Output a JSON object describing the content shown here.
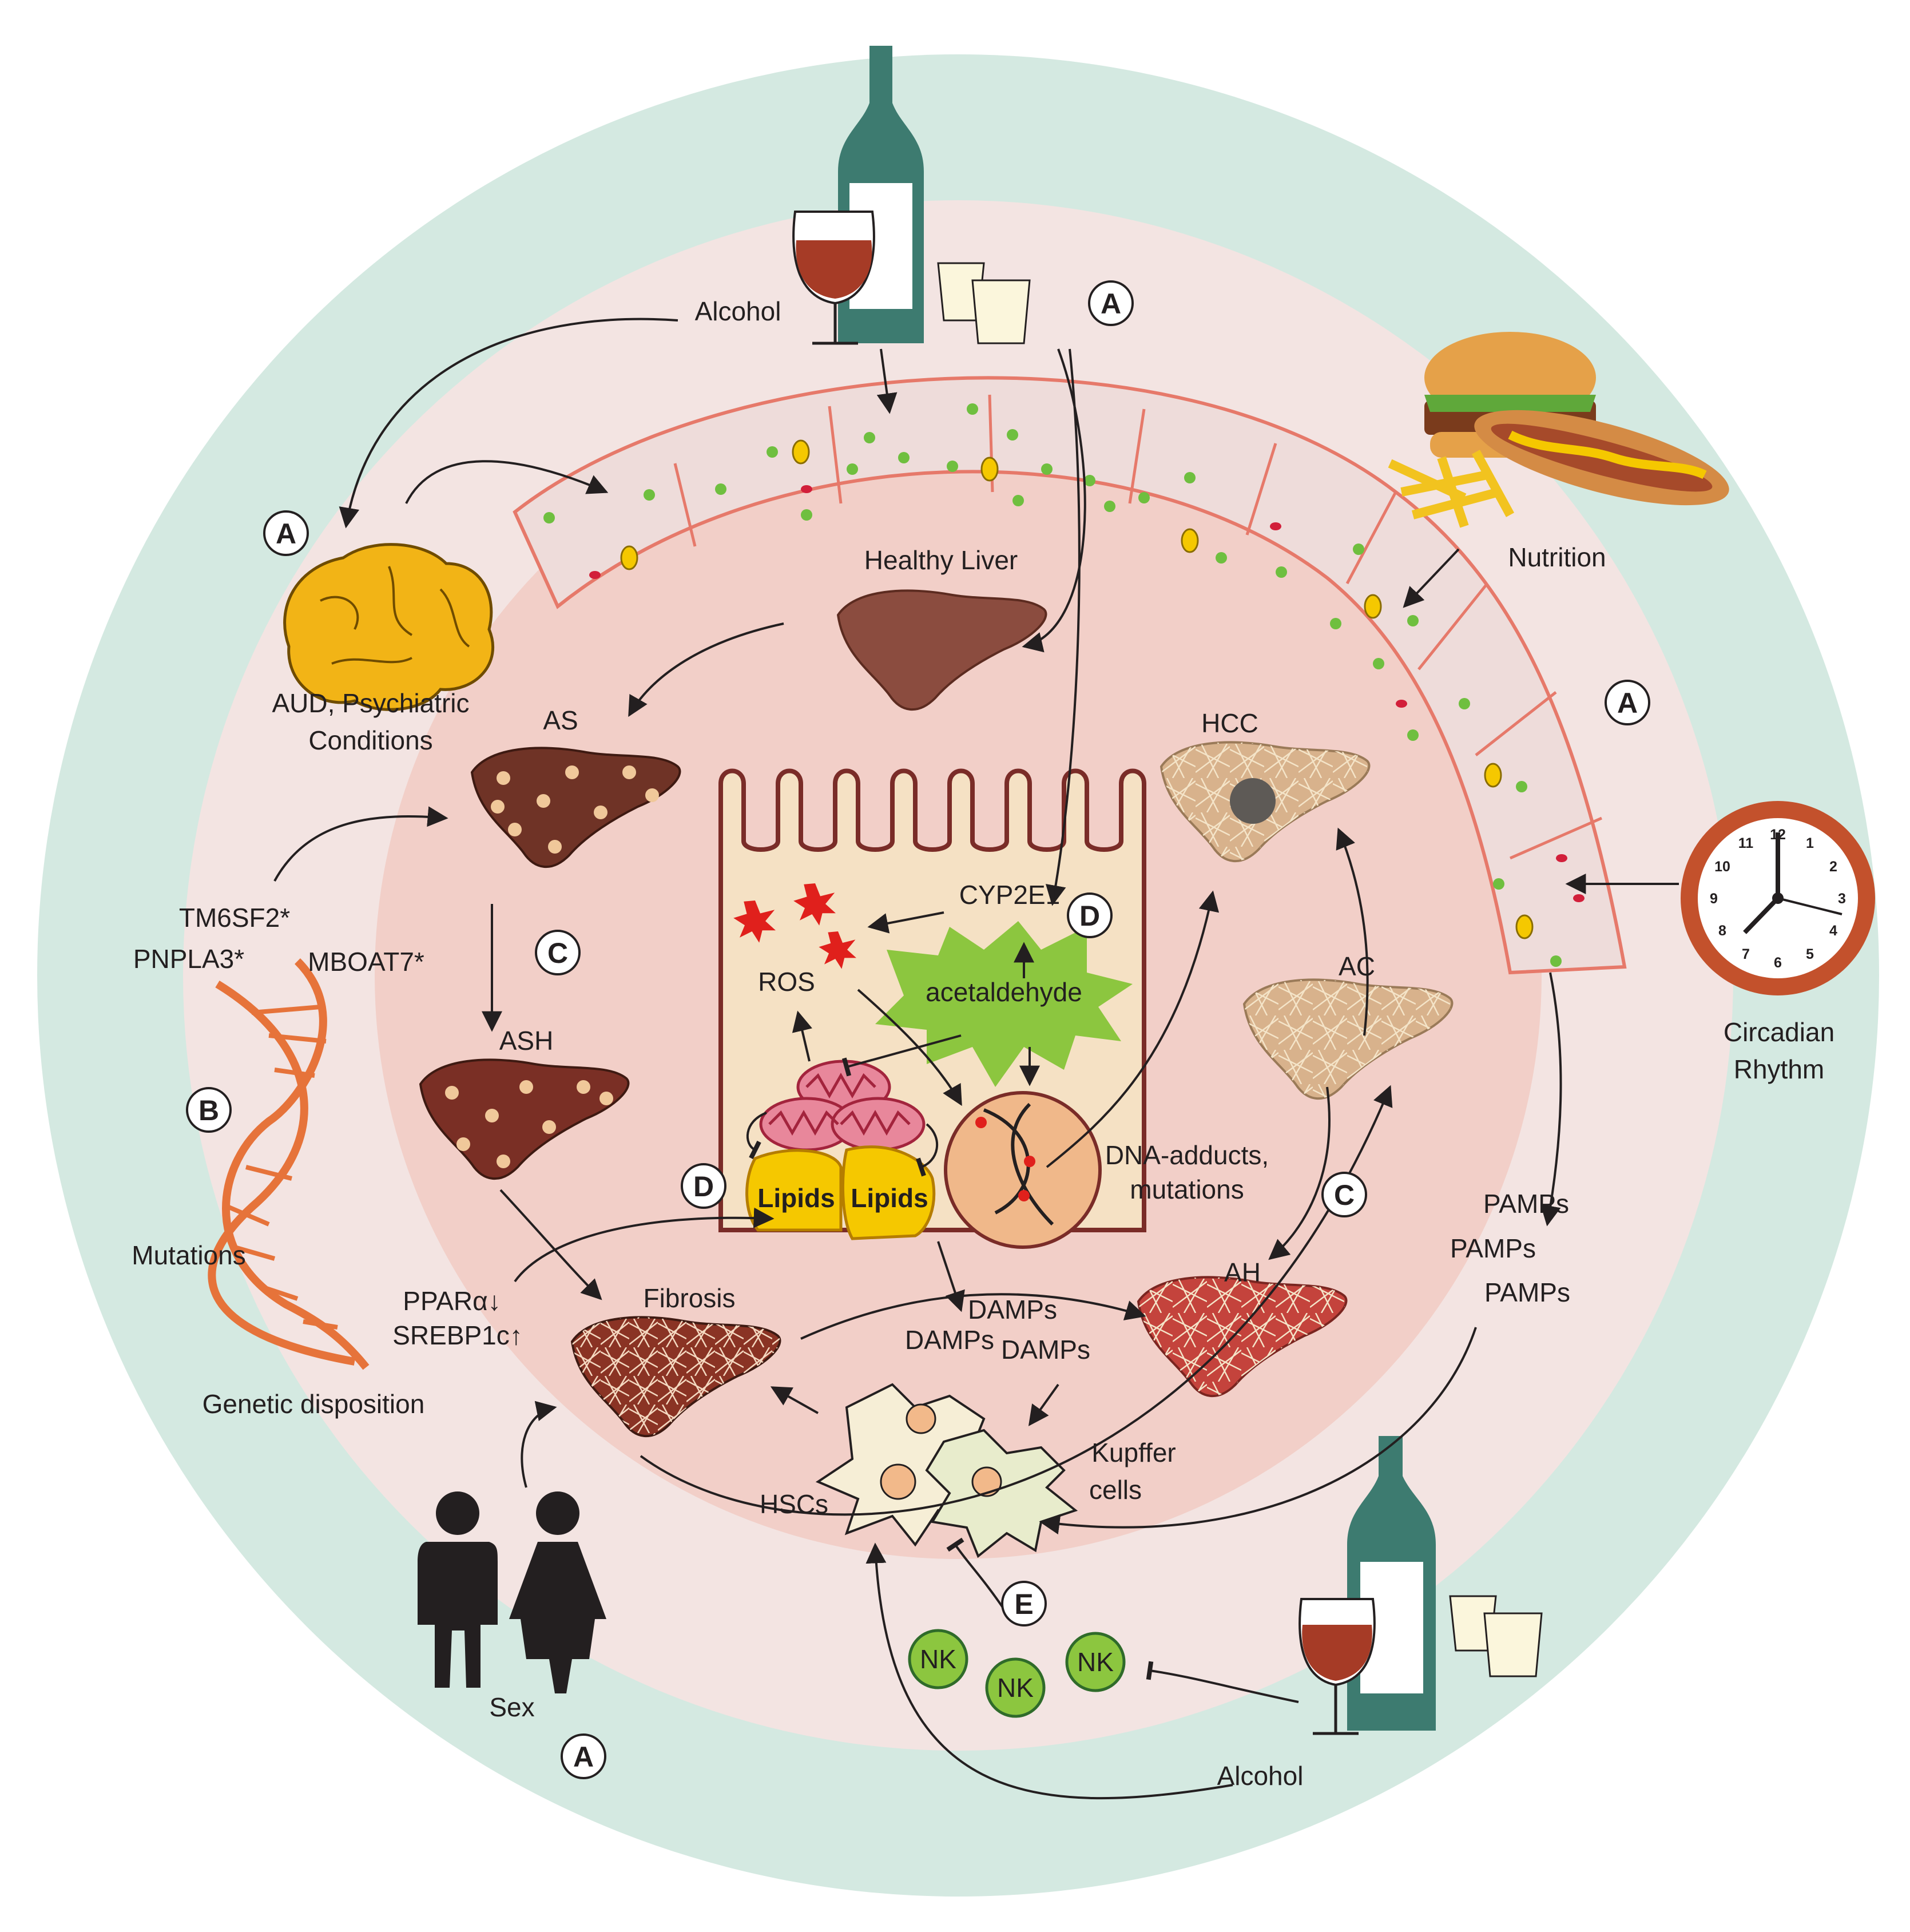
{
  "labels": {
    "alcohol_top": "Alcohol",
    "alcohol_bottom": "Alcohol",
    "healthy_liver": "Healthy Liver",
    "aud": "AUD, Psychiatric",
    "aud2": "Conditions",
    "as": "AS",
    "ash": "ASH",
    "fibrosis": "Fibrosis",
    "hcc": "HCC",
    "ac": "AC",
    "ah": "AH",
    "nutrition": "Nutrition",
    "circadian1": "Circadian",
    "circadian2": "Rhythm",
    "tm6sf2": "TM6SF2*",
    "pnpla3": "PNPLA3*",
    "mboat7": "MBOAT7*",
    "mutations": "Mutations",
    "genetic": "Genetic disposition",
    "ppara": "PPARα↓",
    "srebp": "SREBP1c↑",
    "sex": "Sex",
    "cyp2e1": "CYP2E1",
    "ros": "ROS",
    "acetaldehyde": "acetaldehyde",
    "lipids1": "Lipids",
    "lipids2": "Lipids",
    "dna1": "DNA-adducts,",
    "dna2": "mutations",
    "pamps1": "PAMPs",
    "pamps2": "PAMPs",
    "pamps3": "PAMPs",
    "damps1": "DAMPs",
    "damps2": "DAMPs",
    "damps3": "DAMPs",
    "kupffer1": "Kupffer",
    "kupffer2": "cells",
    "hscs": "HSCs",
    "nk": "NK"
  },
  "badges": {
    "a": "A",
    "b": "B",
    "c": "C",
    "d": "D",
    "e": "E"
  },
  "clock_numbers": [
    "12",
    "1",
    "2",
    "3",
    "4",
    "5",
    "6",
    "7",
    "8",
    "9",
    "10",
    "11"
  ],
  "colors": {
    "outer_ring": "#d4e9e1",
    "middle_ring": "#f3e4e2",
    "inner_disc": "#f2cfc8",
    "healthy_liver": "#8b4c3f",
    "steatotic_liver": "#6f3326",
    "fibrotic_liver": "#d8b28c",
    "ah_liver": "#c4433c",
    "bottle": "#3d7b70",
    "brain": "#f2b416",
    "dna": "#e6733a",
    "lipid": "#f5c800",
    "acetaldehyde": "#8cc63f",
    "ros": "#e0201c",
    "nk_cell": "#8cc63f",
    "clock_rim": "#c3512c"
  }
}
